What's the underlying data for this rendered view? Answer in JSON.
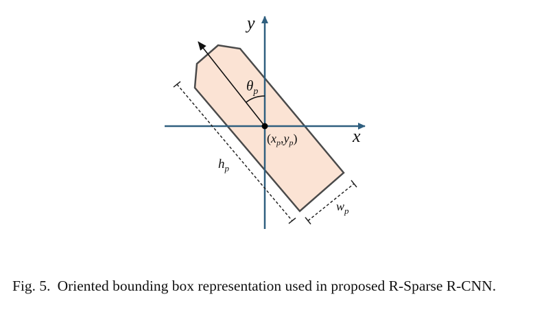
{
  "figure": {
    "axis_x_label": "x",
    "axis_y_label": "y",
    "angle_label": {
      "base": "θ",
      "sub": "p"
    },
    "center_label": {
      "open": "(",
      "x": "x",
      "x_sub": "p",
      "comma": ",",
      "y": "y",
      "y_sub": "p",
      "close": ")"
    },
    "height_label": {
      "base": "h",
      "sub": "p"
    },
    "width_label": {
      "base": "w",
      "sub": "p"
    },
    "colors": {
      "box_fill": "#fbe3d4",
      "box_stroke": "#4a4a4a",
      "axis": "#2f5f7f",
      "arrow": "#111111",
      "dimension_line": "#222222"
    }
  },
  "caption": {
    "prefix": "Fig. 5.",
    "text": "Oriented bounding box representation used in proposed R-Sparse R-CNN."
  }
}
